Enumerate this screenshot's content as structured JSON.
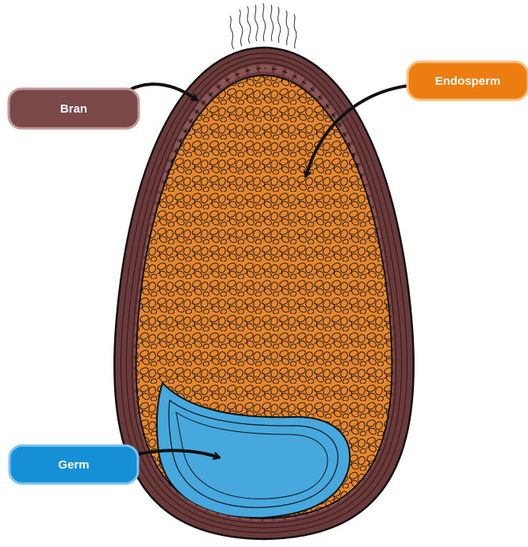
{
  "labels": {
    "bran": "Bran",
    "endosperm": "Endosperm",
    "germ": "Germ"
  },
  "colors": {
    "bran": "#6b3b3b",
    "bran_label": "#7a4848",
    "bran_label_border": "#c29a9a",
    "endosperm": "#e8862a",
    "endosperm_label": "#ee7d11",
    "endosperm_label_border": "#f7c07e",
    "germ": "#47a8de",
    "germ_label": "#1590d6",
    "germ_label_border": "#7cc3ee",
    "outline": "#111111"
  }
}
